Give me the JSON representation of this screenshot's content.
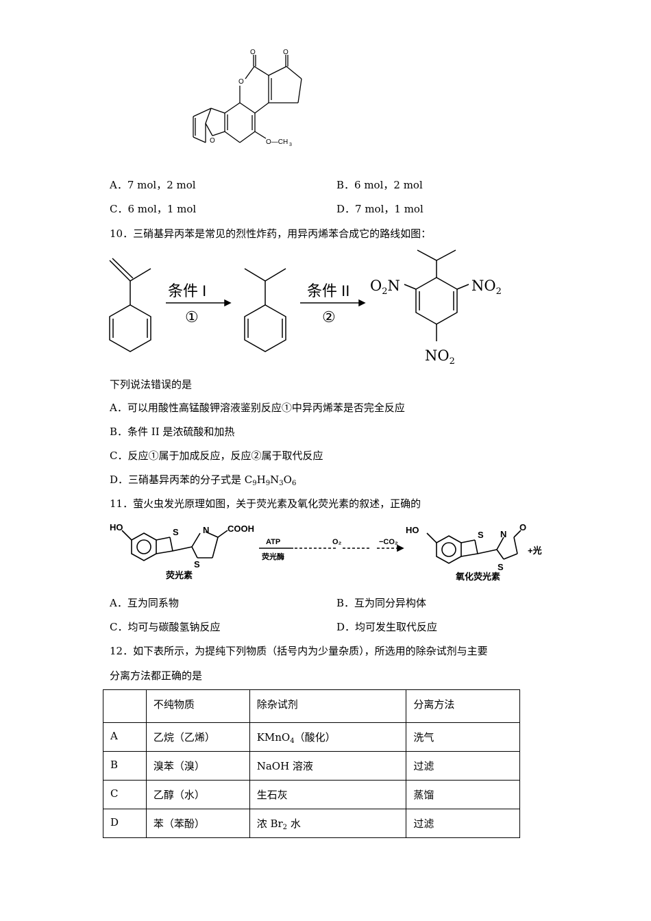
{
  "q9_figure": {
    "label_methyl": "O—CH",
    "label_methyl_sub": "3",
    "atom_O": "O"
  },
  "q9_options": [
    {
      "label": "A．7 mol，2 mol"
    },
    {
      "label": "B．6 mol，2 mol"
    },
    {
      "label": "C．6 mol，1 mol"
    },
    {
      "label": "D．7 mol，1 mol"
    }
  ],
  "q10": {
    "stem": "10．三硝基异丙苯是常见的烈性炸药，用异丙烯苯合成它的路线如图：",
    "scheme": {
      "cond1": "条件 I",
      "step1": "①",
      "cond2": "条件 II",
      "step2": "②",
      "no2_left": "O",
      "no2_left_sub": "2",
      "no2_left_tail": "N",
      "no2_right": "NO",
      "no2_right_sub": "2",
      "no2_bottom": "NO",
      "no2_bottom_sub": "2"
    },
    "prompt": "下列说法错误的是",
    "options": [
      {
        "label": "A．可以用酸性高锰酸钾溶液鉴别反应①中异丙烯苯是否完全反应"
      },
      {
        "label": "B．条件 II 是浓硫酸和加热"
      },
      {
        "label": "C．反应①属于加成反应，反应②属于取代反应"
      },
      {
        "label": "D．三硝基异丙苯的分子式是 C",
        "formula_tail": [
          "9",
          "H",
          "9",
          "N",
          "3",
          "O",
          "6"
        ]
      }
    ]
  },
  "q11": {
    "stem": "11．萤火虫发光原理如图，关于荧光素及氧化荧光素的叙述，正确的",
    "scheme": {
      "left_HO": "HO",
      "left_S1": "S",
      "left_N": "N",
      "left_S2": "S",
      "left_COOH": "COOH",
      "left_name": "荧光素",
      "atp": "ATP",
      "enzyme": "荧光酶",
      "o2": "O₂",
      "co2": "−CO₂",
      "right_HO": "HO",
      "right_S1": "S",
      "right_N": "N",
      "right_S2": "S",
      "right_O": "O",
      "plus_light": "+光",
      "right_name": "氧化荧光素"
    },
    "options": [
      {
        "label": "A．互为同系物"
      },
      {
        "label": "B．互为同分异构体"
      },
      {
        "label": "C．均可与碳酸氢钠反应"
      },
      {
        "label": "D．均可发生取代反应"
      }
    ]
  },
  "q12": {
    "stem_line1": "12．如下表所示，为提纯下列物质（括号内为少量杂质），所选用的除杂试剂与主要",
    "stem_line2": "分离方法都正确的是",
    "table": {
      "headers": [
        "",
        "不纯物质",
        "除杂试剂",
        "分离方法"
      ],
      "rows": [
        {
          "id": "A",
          "substance": "乙烷（乙烯）",
          "reagent_pre": "KMnO",
          "reagent_sub": "4",
          "reagent_post": "（酸化）",
          "method": "洗气"
        },
        {
          "id": "B",
          "substance": "溴苯（溴）",
          "reagent_pre": "NaOH 溶液",
          "reagent_sub": "",
          "reagent_post": "",
          "method": "过滤"
        },
        {
          "id": "C",
          "substance": "乙醇（水）",
          "reagent_pre": "生石灰",
          "reagent_sub": "",
          "reagent_post": "",
          "method": "蒸馏"
        },
        {
          "id": "D",
          "substance": "苯（苯酚）",
          "reagent_pre": "浓 Br",
          "reagent_sub": "2",
          "reagent_post": " 水",
          "method": "过滤"
        }
      ]
    }
  }
}
